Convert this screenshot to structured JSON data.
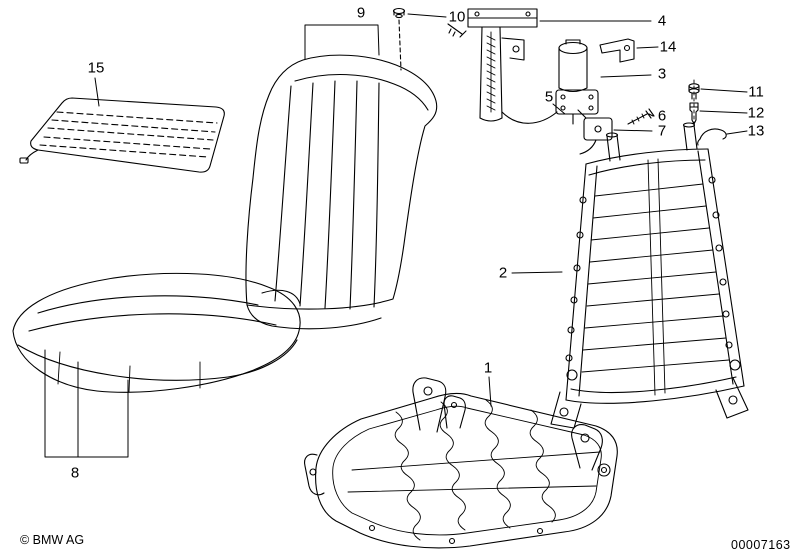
{
  "colors": {
    "background": "#ffffff",
    "line": "#000000"
  },
  "callouts": [
    "1",
    "2",
    "3",
    "4",
    "5",
    "6",
    "7",
    "8",
    "9",
    "10",
    "11",
    "12",
    "13",
    "14",
    "15"
  ],
  "footer": {
    "copyright": "© BMW AG",
    "image_number": "00007163"
  }
}
